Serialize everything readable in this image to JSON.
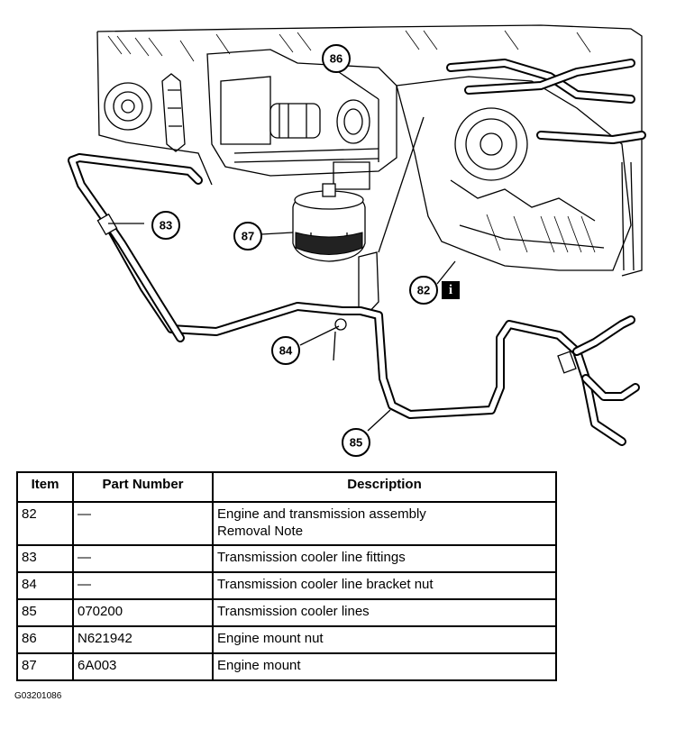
{
  "callouts": {
    "c82": "82",
    "c83": "83",
    "c84": "84",
    "c85": "85",
    "c86": "86",
    "c87": "87"
  },
  "info_icon": "i",
  "icons": {
    "info": "info-icon"
  },
  "table": {
    "headers": [
      "Item",
      "Part Number",
      "Description"
    ],
    "rows": [
      {
        "item": "82",
        "part": "—",
        "desc": "Engine and transmission assembly",
        "desc2": "Removal Note"
      },
      {
        "item": "83",
        "part": "—",
        "desc": "Transmission cooler line fittings"
      },
      {
        "item": "84",
        "part": "—",
        "desc": "Transmission cooler line bracket nut"
      },
      {
        "item": "85",
        "part": "070200",
        "desc": "Transmission cooler lines"
      },
      {
        "item": "86",
        "part": "N621942",
        "desc": "Engine mount nut"
      },
      {
        "item": "87",
        "part": "6A003",
        "desc": "Engine mount"
      }
    ]
  },
  "figure_code": "G03201086"
}
